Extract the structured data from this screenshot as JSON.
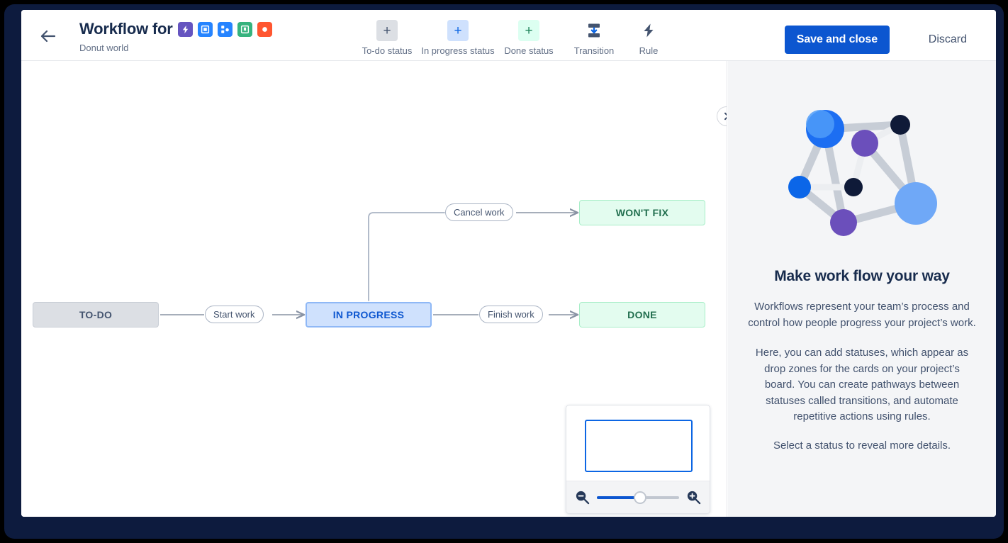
{
  "header": {
    "back_icon": "arrow-left-icon",
    "title": "Workflow for",
    "subtitle": "Donut world",
    "app_chips": [
      {
        "name": "lightning-bolt-icon",
        "color": "#6554c0"
      },
      {
        "name": "square-outline-icon",
        "color": "#2684ff"
      },
      {
        "name": "workflow-nodes-icon",
        "color": "#2684ff"
      },
      {
        "name": "bookmark-icon",
        "color": "#36b37e"
      },
      {
        "name": "circle-icon",
        "color": "#ff5630"
      }
    ],
    "save_label": "Save and close",
    "discard_label": "Discard",
    "save_bg": "#0c56d0"
  },
  "toolbar": {
    "items": [
      {
        "label": "To-do status",
        "icon": "plus-icon",
        "style": "todo",
        "glyph": "+"
      },
      {
        "label": "In progress status",
        "icon": "plus-icon",
        "style": "inprog",
        "glyph": "+"
      },
      {
        "label": "Done status",
        "icon": "plus-icon",
        "style": "done",
        "glyph": "+"
      },
      {
        "label": "Transition",
        "icon": "transition-icon",
        "style": "plain",
        "glyph": ""
      },
      {
        "label": "Rule",
        "icon": "lightning-bolt-icon",
        "style": "plain",
        "glyph": ""
      }
    ]
  },
  "canvas": {
    "panel_toggle_icon": "chevron-right-icon",
    "nodes": [
      {
        "id": "todo",
        "label": "TO-DO",
        "category": "to-do",
        "bg": "#dcdfe4",
        "text": "#44546f"
      },
      {
        "id": "inprogress",
        "label": "IN PROGRESS",
        "category": "in-progress",
        "bg": "#cfe1fd",
        "text": "#0c56d0"
      },
      {
        "id": "done",
        "label": "DONE",
        "category": "done",
        "bg": "#e3fcef",
        "text": "#216e4e"
      },
      {
        "id": "wontfix",
        "label": "WON'T FIX",
        "category": "done",
        "bg": "#e3fcef",
        "text": "#216e4e"
      }
    ],
    "transitions": [
      {
        "id": "start",
        "label": "Start work",
        "from": "TO-DO",
        "to": "IN PROGRESS"
      },
      {
        "id": "finish",
        "label": "Finish work",
        "from": "IN PROGRESS",
        "to": "DONE"
      },
      {
        "id": "cancel",
        "label": "Cancel work",
        "from": "IN PROGRESS",
        "to": "WON'T FIX"
      }
    ]
  },
  "minimap": {
    "zoom_out_icon": "magnifier-minus-icon",
    "zoom_in_icon": "magnifier-plus-icon",
    "zoom_percent": 53
  },
  "side_panel": {
    "illustration": "network-nodes-illustration",
    "heading": "Make work flow your way",
    "paragraph_1": "Workflows represent your team’s process and control how people progress your project’s work.",
    "paragraph_2": "Here, you can add statuses, which appear as drop zones for the cards on your project’s board. You can create pathways between statuses called transitions, and automate repetitive actions using rules.",
    "paragraph_3": "Select a status to reveal more details."
  }
}
